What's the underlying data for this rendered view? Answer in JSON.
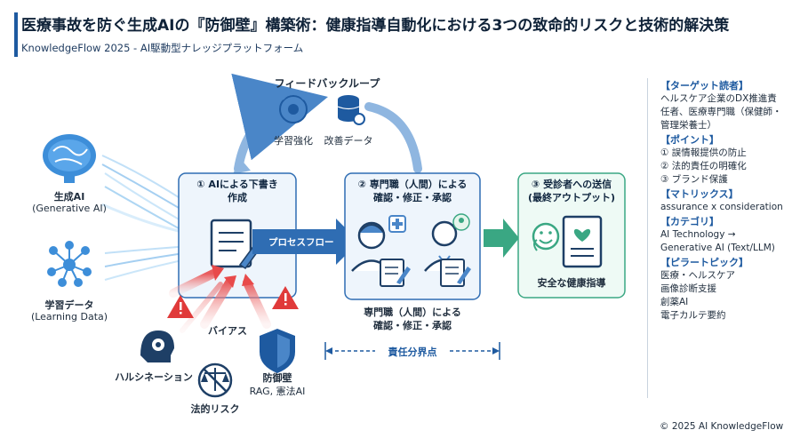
{
  "header": {
    "title": "医療事故を防ぐ生成AIの『防御壁』構築術：健康指導自動化における3つの致命的リスクと技術的解決策",
    "subtitle": "KnowledgeFlow 2025 - AI駆動型ナレッジプラットフォーム"
  },
  "feedback": {
    "title": "フィードバックループ",
    "learn_label": "学習強化",
    "data_label": "改善データ"
  },
  "inputs": {
    "gen_ai_label": "生成AI",
    "gen_ai_en": "(Generative AI)",
    "learning_label": "学習データ",
    "learning_en": "(Learning Data)"
  },
  "steps": {
    "step1_line1": "① AIによる下書き",
    "step1_line2": "作成",
    "step2_line1": "② 専門職（人間）による",
    "step2_line2": "確認・修正・承認",
    "step3_line1": "③ 受診者への送信",
    "step3_line2": "(最終アウトプット)",
    "step3_caption": "安全な健康指導",
    "flow_label": "プロセスフロー"
  },
  "human_review": {
    "line1": "専門職（人間）による",
    "line2": "確認・修正・承認",
    "boundary": "責任分界点"
  },
  "risks": {
    "bias": "バイアス",
    "hallucination": "ハルシネーション",
    "legal": "法的リスク",
    "defense": "防御壁",
    "defense_sub": "RAG, 憲法AI"
  },
  "sidebar": {
    "sections": [
      {
        "heading": "【ターゲット読者】",
        "lines": [
          "ヘルスケア企業のDX推進責",
          "任者、医療専門職（保健師・",
          "管理栄養士）"
        ]
      },
      {
        "heading": "【ポイント】",
        "lines": [
          "① 誤情報提供の防止",
          "② 法的責任の明確化",
          "③ ブランド保護"
        ]
      },
      {
        "heading": "【マトリックス】",
        "lines": [
          "assurance x consideration"
        ]
      },
      {
        "heading": "【カテゴリ】",
        "lines": [
          "AI Technology →",
          "Generative AI (Text/LLM)"
        ]
      },
      {
        "heading": "【ピラートピック】",
        "lines": [
          "医療・ヘルスケア",
          "画像診断支援",
          "創薬AI",
          "電子カルテ要約"
        ]
      }
    ]
  },
  "footer": {
    "copyright": "© 2025 AI KnowledgeFlow"
  }
}
